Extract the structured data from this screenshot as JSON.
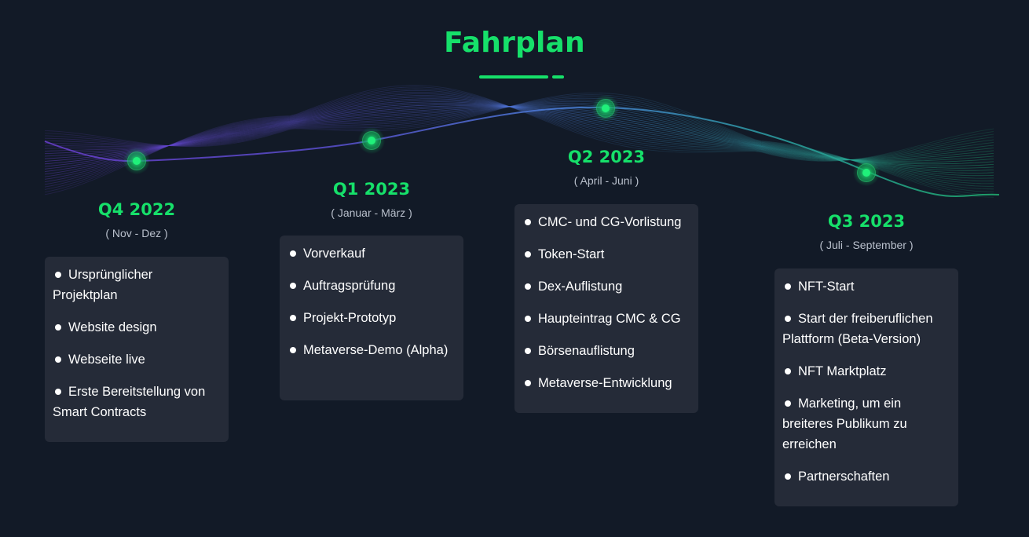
{
  "page": {
    "title": "Fahrplan"
  },
  "colors": {
    "background": "#121a27",
    "accent": "#16e06a",
    "card": "#252b38",
    "wave_purple": "#6a3fd0",
    "wave_blue": "#4a7fd8",
    "wave_teal": "#1fa585"
  },
  "phases": [
    {
      "title": "Q4 2022",
      "subtitle": "( Nov - Dez )",
      "items": [
        "Ursprünglicher Projektplan",
        "Website design",
        "Webseite live",
        "Erste Bereitstellung von Smart Contracts"
      ]
    },
    {
      "title": "Q1 2023",
      "subtitle": "( Januar - März )",
      "items": [
        "Vorverkauf",
        "Auftragsprüfung",
        "Projekt-Prototyp",
        "Metaverse-Demo (Alpha)"
      ]
    },
    {
      "title": "Q2 2023",
      "subtitle": "( April - Juni )",
      "items": [
        "CMC- und CG-Vorlistung",
        "Token-Start",
        "Dex-Auflistung",
        "Haupteintrag CMC & CG",
        "Börsenauflistung",
        "Metaverse-Entwicklung"
      ]
    },
    {
      "title": "Q3 2023",
      "subtitle": "( Juli - September )",
      "items": [
        "NFT-Start",
        "Start der freiberuflichen Plattform (Beta-Version)",
        "NFT Marktplatz",
        "Marketing, um ein breiteres Publikum zu erreichen",
        "Partnerschaften"
      ]
    }
  ]
}
